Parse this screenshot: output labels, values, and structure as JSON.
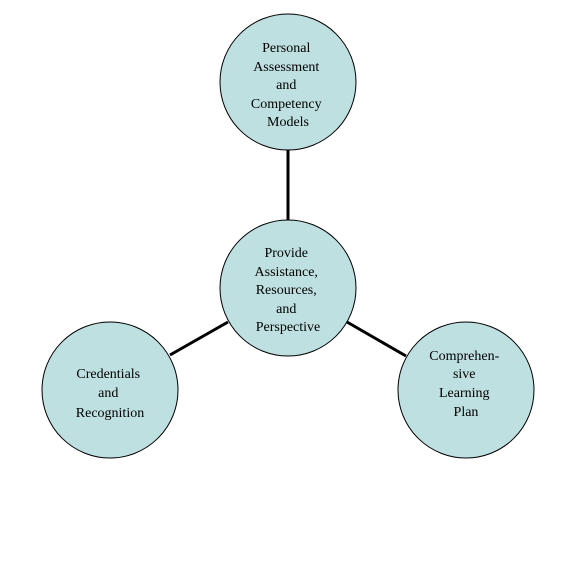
{
  "diagram": {
    "nodes": {
      "top": {
        "lines": [
          "Personal",
          "Assessment",
          "and",
          "Competency",
          "Models"
        ]
      },
      "center": {
        "lines": [
          "Provide",
          "Assistance,",
          "Resources,",
          "and",
          "Perspective"
        ]
      },
      "left": {
        "lines": [
          "Credentials",
          "and",
          "Recognition"
        ]
      },
      "right": {
        "lines": [
          "Comprehen-",
          "sive",
          "Learning",
          "Plan"
        ]
      }
    },
    "colors": {
      "node_fill": "#bfe0e0",
      "outline": "#000000"
    }
  }
}
